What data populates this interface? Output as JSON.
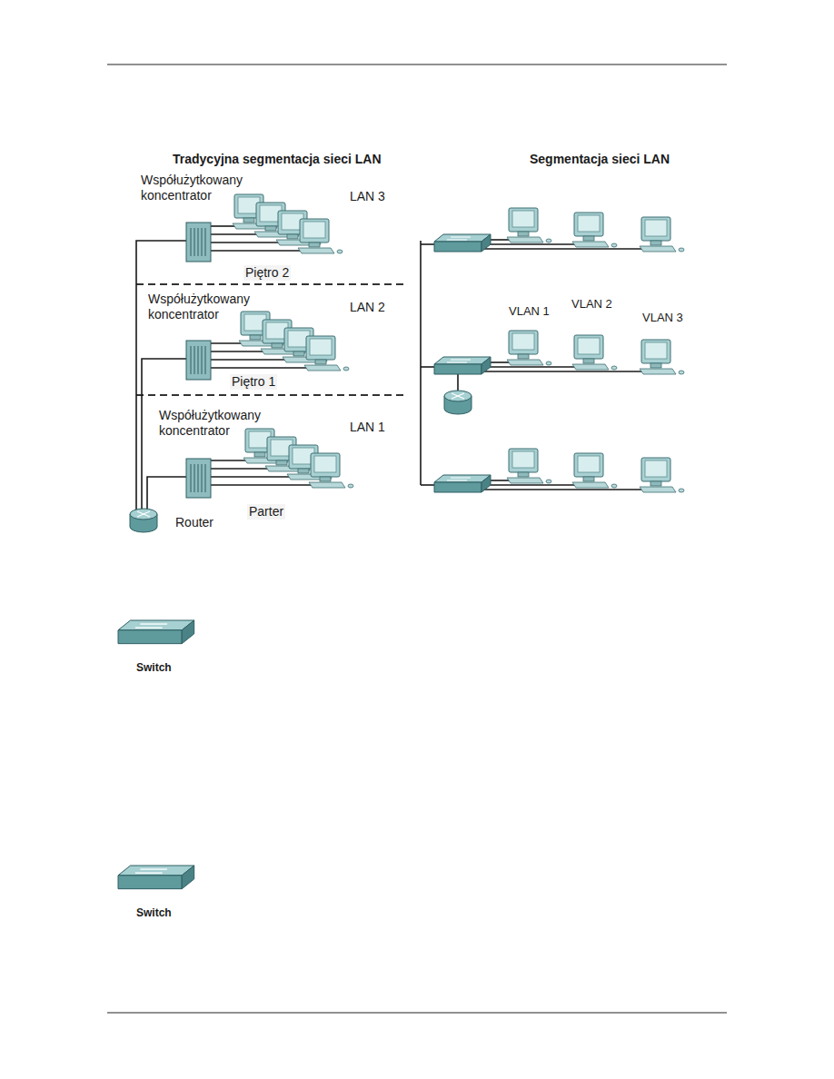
{
  "diagram": {
    "nodes": [
      {
        "text": [
          "LAN 3"
        ]
      },
      {
        "text": [
          "LAN 2"
        ]
      },
      {
        "text": [
          "LAN 1"
        ]
      },
      {
        "text": [
          "VLAN 1"
        ]
      },
      {
        "text": [
          "VLAN 2"
        ]
      },
      {
        "text": [
          "VLAN 3"
        ]
      }
    ],
    "labels": [
      "Tradycyjna segmentacja sieci LAN",
      "Segmentacja sieci LAN",
      "Współużytkowany koncentrator",
      "Piętro 2",
      "Współużytkowany koncentrator",
      "Piętro 1",
      "Współużytkowany koncentrator",
      "Parter",
      "Router",
      "Switch",
      "Switch"
    ]
  }
}
